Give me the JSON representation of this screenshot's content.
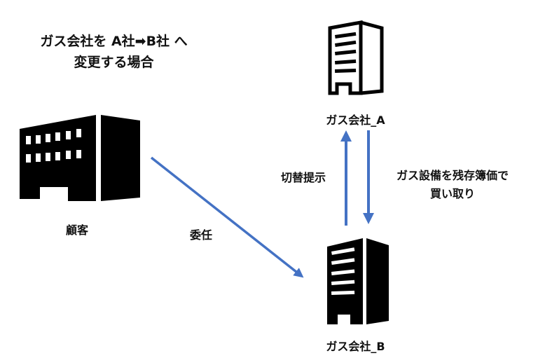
{
  "title": {
    "line1": "ガス会社を A社➡B社 へ",
    "line2": "変更する場合"
  },
  "nodes": {
    "customer": {
      "label": "顧客",
      "icon": "office-building-icon"
    },
    "company_a": {
      "label": "ガス会社_A",
      "icon": "tall-building-outline-icon"
    },
    "company_b": {
      "label": "ガス会社_B",
      "icon": "tall-building-solid-icon"
    }
  },
  "edges": {
    "delegation": {
      "label": "委任",
      "from": "customer",
      "to": "company_b"
    },
    "switch_proposal": {
      "label": "切替提示",
      "from": "company_b",
      "to": "company_a"
    },
    "buyback": {
      "line1": "ガス設備を残存簿価で",
      "line2": "買い取り",
      "from": "company_a",
      "to": "company_b"
    }
  },
  "colors": {
    "arrow": "#4472C4",
    "icon": "#000000",
    "text": "#111111"
  }
}
